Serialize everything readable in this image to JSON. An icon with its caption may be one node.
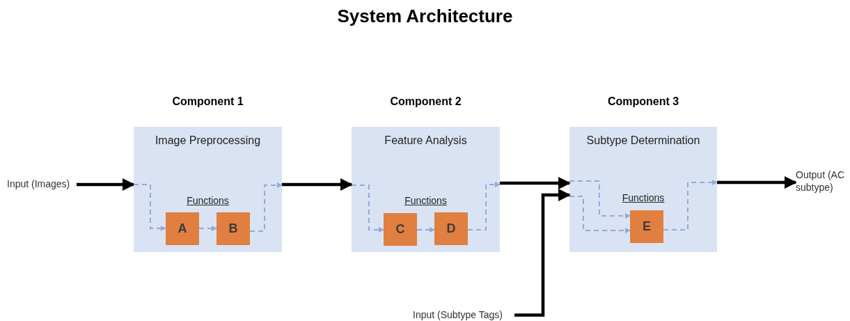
{
  "diagram": {
    "title": "System Architecture",
    "nodes": [
      {
        "text": [
          "Input (Images)"
        ]
      },
      {
        "text": [
          "Component 1",
          "Image Preprocessing",
          "Functions"
        ]
      },
      {
        "text": [
          "A"
        ],
        "in": 1
      },
      {
        "text": [
          "B"
        ],
        "in": 1
      },
      {
        "text": [
          "Component 2",
          "Feature Analysis",
          "Functions"
        ]
      },
      {
        "text": [
          "C"
        ],
        "in": 4
      },
      {
        "text": [
          "D"
        ],
        "in": 4
      },
      {
        "text": [
          "Component 3",
          "Subtype Determination",
          "Functions"
        ]
      },
      {
        "text": [
          "E"
        ],
        "in": 7
      },
      {
        "text": [
          "Output (AC subtype)"
        ]
      },
      {
        "text": [
          "Input (Subtype Tags)"
        ]
      }
    ],
    "edges": [
      {
        "from": 0,
        "to": 1,
        "arrow": "to",
        "style": "thick",
        "color": "#000000"
      },
      {
        "from": 1,
        "to": 4,
        "arrow": "to",
        "style": "thick",
        "color": "#000000"
      },
      {
        "from": 4,
        "to": 7,
        "arrow": "to",
        "style": "thick",
        "color": "#000000"
      },
      {
        "from": 10,
        "to": 7,
        "arrow": "to",
        "style": "thick",
        "color": "#000000"
      },
      {
        "from": 7,
        "to": 9,
        "arrow": "to",
        "style": "thick",
        "color": "#000000"
      },
      {
        "from": 1,
        "to": 2,
        "arrow": "to",
        "style": "dashed"
      },
      {
        "from": 2,
        "to": 3,
        "arrow": "to",
        "style": "dashed"
      },
      {
        "from": 3,
        "to": 1,
        "arrow": "to",
        "style": "dashed"
      },
      {
        "from": 4,
        "to": 5,
        "arrow": "to",
        "style": "dashed"
      },
      {
        "from": 5,
        "to": 6,
        "arrow": "to",
        "style": "dashed"
      },
      {
        "from": 6,
        "to": 4,
        "arrow": "to",
        "style": "dashed"
      },
      {
        "from": 7,
        "to": 8,
        "arrow": "to",
        "style": "dashed"
      },
      {
        "from": 7,
        "to": 8,
        "arrow": "to",
        "style": "dashed"
      },
      {
        "from": 8,
        "to": 7,
        "arrow": "to",
        "style": "dashed"
      }
    ]
  }
}
